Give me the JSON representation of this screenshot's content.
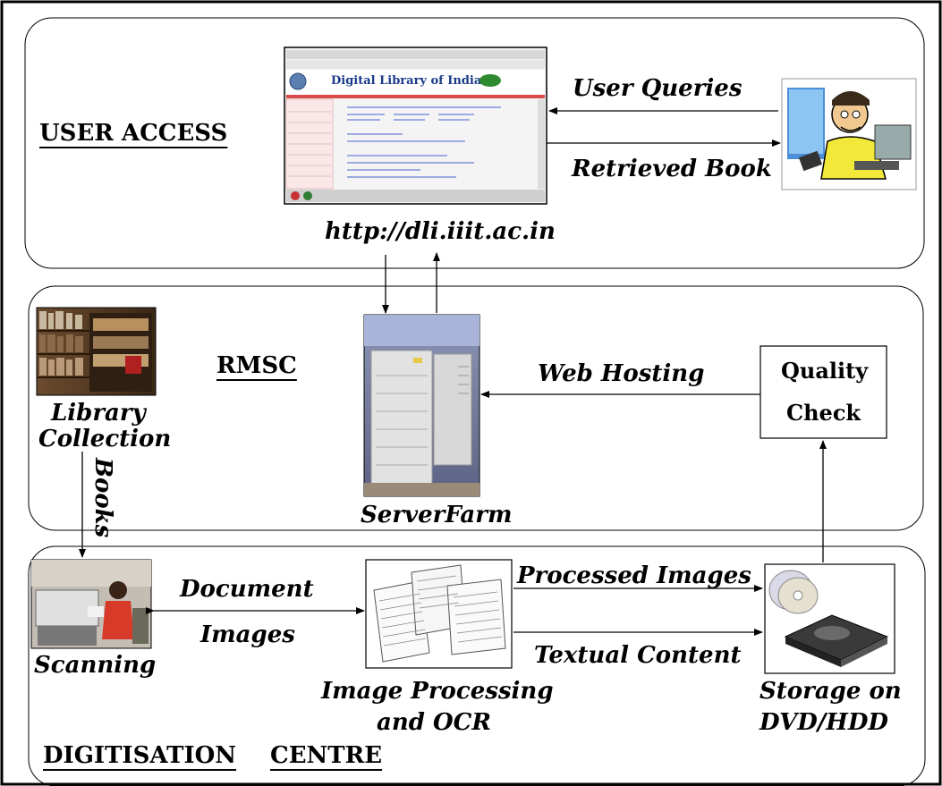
{
  "sections": {
    "user_access": "USER ACCESS",
    "rmsc": "RMSC",
    "digitisation": "DIGITISATION",
    "centre": "CENTRE"
  },
  "labels": {
    "user_queries": "User Queries",
    "retrieved_book": "Retrieved Book",
    "url": "http://dli.iiit.ac.in",
    "web_hosting": "Web Hosting",
    "library_line1": "Library",
    "library_line2": "Collection",
    "books": "Books",
    "server_farm": "ServerFarm",
    "quality_line1": "Quality",
    "quality_line2": "Check",
    "document": "Document",
    "images": "Images",
    "scanning": "Scanning",
    "processed_images": "Processed Images",
    "textual_content": "Textual Content",
    "ocr_line1": "Image Processing",
    "ocr_line2": "and OCR",
    "storage_line1": "Storage on",
    "storage_line2": "DVD/HDD"
  },
  "screenshot": {
    "title": "Digital Library of India"
  },
  "icons": {
    "browser": "web-browser-screenshot",
    "user": "user-at-computer",
    "books": "library-shelves-photo",
    "server": "server-rack-photo",
    "scanner": "scanning-operator-photo",
    "documents": "document-pages",
    "storage": "dvd-and-hard-drive"
  }
}
